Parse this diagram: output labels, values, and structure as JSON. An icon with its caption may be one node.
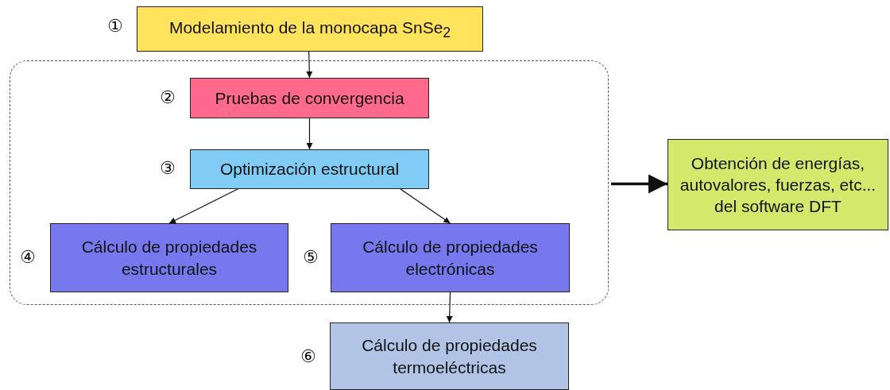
{
  "diagram": {
    "nodes": [
      {
        "text": [
          "Modelamiento de la monocapa SnSe$_{2}$"
        ],
        "beside": [
          "①"
        ]
      },
      {
        "text": [],
        "shape": "box"
      },
      {
        "text": [
          "Pruebas de convergencia"
        ],
        "beside": [
          "②"
        ],
        "in": 1
      },
      {
        "text": [
          "Optimización estructural"
        ],
        "beside": [
          "③"
        ],
        "in": 1
      },
      {
        "text": [
          "Cálculo de propiedades estructurales"
        ],
        "beside": [
          "④"
        ],
        "in": 1
      },
      {
        "text": [
          "Cálculo de propiedades electrónicas"
        ],
        "beside": [
          "⑤"
        ],
        "in": 1
      },
      {
        "text": [
          "Cálculo de propiedades termoeléctricas"
        ],
        "beside": [
          "⑥"
        ]
      },
      {
        "text": [
          "Obtención de energías, autovalores, fuerzas, etc... del software DFT"
        ]
      }
    ],
    "edges": [
      {
        "from": 0,
        "to": 2,
        "arrow": "to"
      },
      {
        "from": 2,
        "to": 3,
        "arrow": "to"
      },
      {
        "from": 3,
        "to": 4,
        "arrow": "to"
      },
      {
        "from": 3,
        "to": 5,
        "arrow": "to"
      },
      {
        "from": 5,
        "to": 6,
        "arrow": "to"
      },
      {
        "from": 1,
        "to": 7,
        "arrow": "to",
        "style": "thick"
      }
    ]
  }
}
